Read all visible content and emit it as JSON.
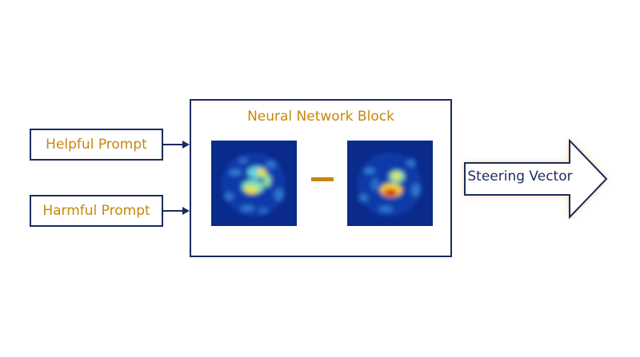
{
  "inputs": {
    "helpful_prompt": "Helpful Prompt",
    "harmful_prompt": "Harmful Prompt"
  },
  "block": {
    "title": "Neural Network Block"
  },
  "output": {
    "label": "Steering Vector"
  },
  "colors": {
    "border": "#1c2a5e",
    "accent": "#c8860d",
    "glow": "#f3c36b",
    "heatmap_bg": "#0a2a8c"
  }
}
